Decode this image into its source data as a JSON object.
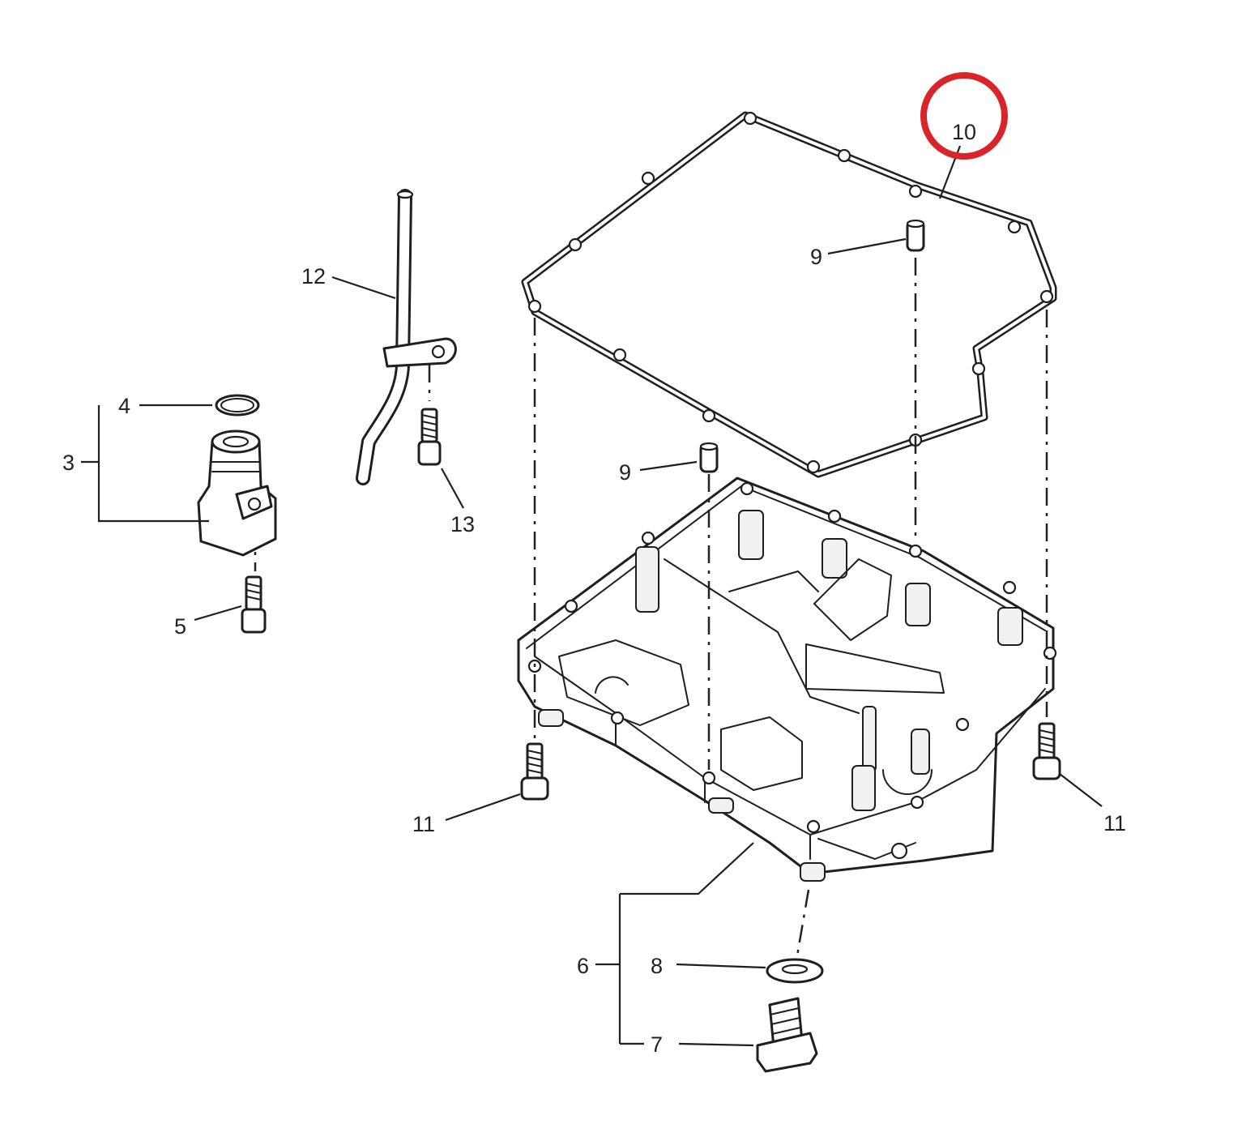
{
  "diagram": {
    "callouts": {
      "c3": "3",
      "c4": "4",
      "c5": "5",
      "c6": "6",
      "c7": "7",
      "c8": "8",
      "c9a": "9",
      "c9b": "9",
      "c10": "10",
      "c11a": "11",
      "c11b": "11",
      "c12": "12",
      "c13": "13"
    },
    "highlight": {
      "callout": "10",
      "color": "#d9252a"
    },
    "line_color": "#1f1f1f"
  }
}
